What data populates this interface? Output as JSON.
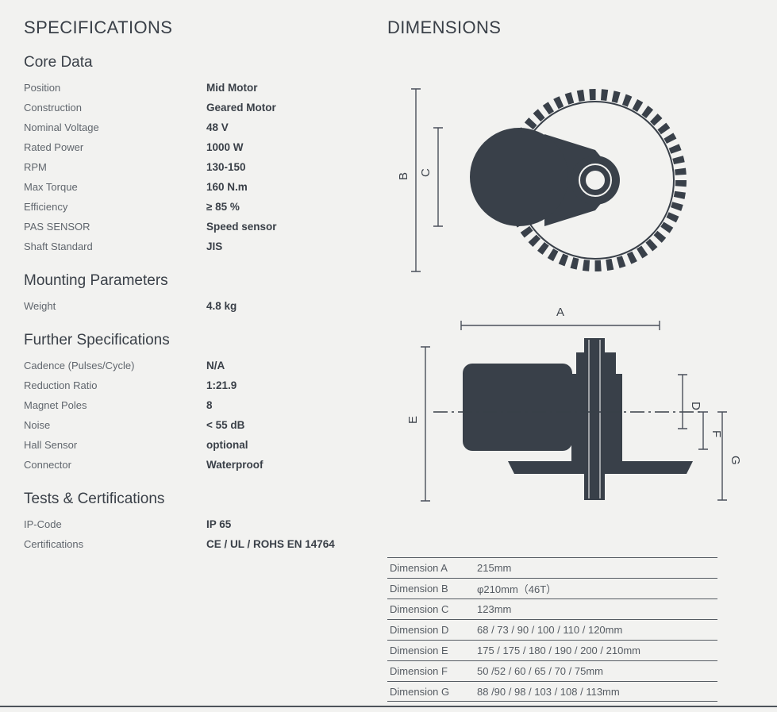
{
  "page": {
    "bg": "#f2f2f0",
    "diagram_color": "#394049"
  },
  "specifications": {
    "title": "SPECIFICATIONS",
    "sections": [
      {
        "heading": "Core Data",
        "rows": [
          {
            "label": "Position",
            "value": "Mid Motor"
          },
          {
            "label": "Construction",
            "value": "Geared Motor"
          },
          {
            "label": "Nominal Voltage",
            "value": "48 V"
          },
          {
            "label": "Rated Power",
            "value": "1000 W"
          },
          {
            "label": "RPM",
            "value": "130-150"
          },
          {
            "label": "Max Torque",
            "value": "160 N.m"
          },
          {
            "label": "Efficiency",
            "value": "≥ 85 %"
          },
          {
            "label": "PAS SENSOR",
            "value": "Speed sensor"
          },
          {
            "label": "Shaft Standard",
            "value": "JIS"
          }
        ]
      },
      {
        "heading": "Mounting Parameters",
        "rows": [
          {
            "label": "Weight",
            "value": "4.8 kg"
          }
        ]
      },
      {
        "heading": "Further Specifications",
        "rows": [
          {
            "label": "Cadence (Pulses/Cycle)",
            "value": "N/A"
          },
          {
            "label": "Reduction Ratio",
            "value": "1:21.9"
          },
          {
            "label": "Magnet Poles",
            "value": "8"
          },
          {
            "label": "Noise",
            "value": "< 55 dB"
          },
          {
            "label": "Hall Sensor",
            "value": "optional"
          },
          {
            "label": "Connector",
            "value": "Waterproof"
          }
        ]
      },
      {
        "heading": "Tests & Certifications",
        "rows": [
          {
            "label": "IP-Code",
            "value": "IP 65"
          },
          {
            "label": "Certifications",
            "value": "CE / UL / ROHS EN 14764"
          }
        ]
      }
    ]
  },
  "dimensions": {
    "title": "DIMENSIONS",
    "diagram_labels": {
      "front": [
        "B",
        "C"
      ],
      "side": [
        "A",
        "E",
        "D",
        "F",
        "G"
      ]
    },
    "table": [
      {
        "label": "Dimension A",
        "value": "215mm"
      },
      {
        "label": "Dimension B",
        "value": "φ210mm（46T）"
      },
      {
        "label": "Dimension C",
        "value": "123mm"
      },
      {
        "label": "Dimension D",
        "value": "68 / 73 / 90 / 100 / 110 / 120mm"
      },
      {
        "label": "Dimension E",
        "value": "175 / 175 / 180 / 190 / 200 / 210mm"
      },
      {
        "label": "Dimension F",
        "value": "50 /52 / 60 / 65 / 70 / 75mm"
      },
      {
        "label": "Dimension G",
        "value": "88 /90 / 98 / 103 / 108 / 113mm"
      }
    ]
  }
}
